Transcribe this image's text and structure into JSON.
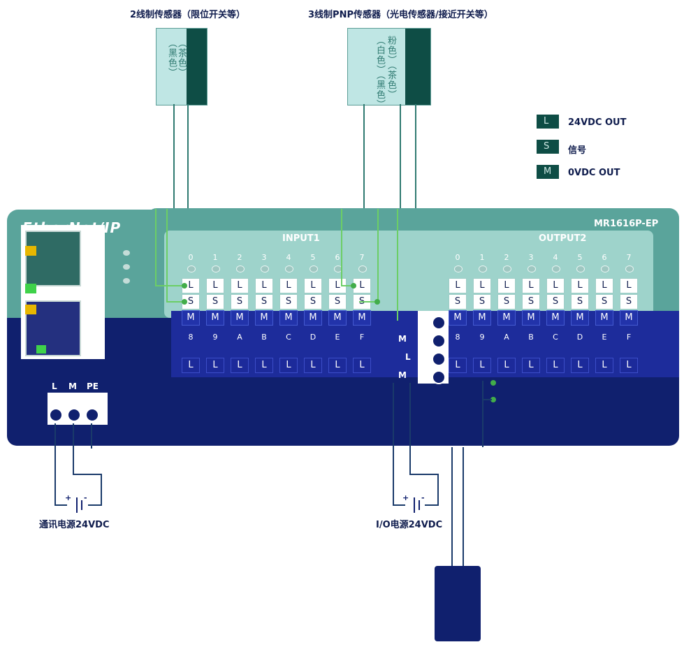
{
  "top_labels": {
    "sensor2": "2线制传感器（限位开关等）",
    "sensor3": "3线制PNP传感器（光电传感器/接近开关等）"
  },
  "sensor2": {
    "text_a": "（黑色）",
    "text_b": "（茶色）"
  },
  "sensor3": {
    "text_a": "（白色）（黑色）",
    "text_b": "粉色）（茶色）"
  },
  "legend": [
    {
      "key": "L",
      "text": "24VDC OUT"
    },
    {
      "key": "S",
      "text": "信号"
    },
    {
      "key": "M",
      "text": "0VDC OUT"
    }
  ],
  "device": {
    "brand": "EtherNet/IP",
    "model": "MR1616P-EP",
    "input_group": "INPUT1",
    "output_group": "OUTPUT2",
    "top_numbers": [
      "0",
      "1",
      "2",
      "3",
      "4",
      "5",
      "6",
      "7"
    ],
    "bottom_numbers": [
      "8",
      "9",
      "A",
      "B",
      "C",
      "D",
      "E",
      "F"
    ],
    "term_L": "L",
    "term_S": "S",
    "term_M": "M",
    "power_terms": [
      "L",
      "M",
      "PE"
    ]
  },
  "bottom_labels": {
    "comm_power": "通讯电源24VDC",
    "io_power": "I/O电源24VDC",
    "plus": "+",
    "minus": "-"
  },
  "colors": {
    "device_green": "#5aa49b",
    "device_dark_blue": "#10206e",
    "terminal_blue": "#2233aa",
    "sensor_face": "#bfe6e4",
    "sensor_cap": "#0e4d45",
    "wire_green": "#6cce66",
    "wire_teal": "#2f7a71",
    "led_yellow": "#e7b700",
    "led_green": "#3fd24a"
  }
}
